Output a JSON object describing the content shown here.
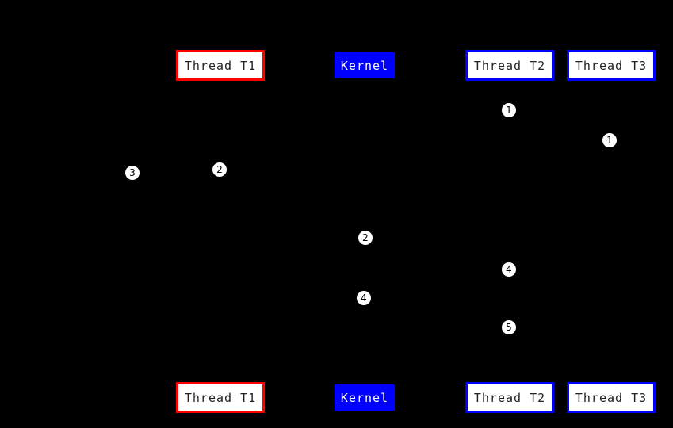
{
  "diagram": {
    "background": "#000000",
    "colors": {
      "bg": "#000000",
      "red": "#ff0000",
      "blue": "#0000ff",
      "box_fill": "#ffffff",
      "box_text": "#222222",
      "kernel_text": "#ffffff",
      "marker_fill": "#ffffff",
      "marker_text": "#000000"
    },
    "boxes": {
      "top": [
        {
          "label": "Thread T1",
          "variant": "red"
        },
        {
          "label": "Kernel",
          "variant": "kernel"
        },
        {
          "label": "Thread T2",
          "variant": "blue"
        },
        {
          "label": "Thread T3",
          "variant": "blue"
        }
      ],
      "bottom": [
        {
          "label": "Thread T1",
          "variant": "red"
        },
        {
          "label": "Kernel",
          "variant": "kernel"
        },
        {
          "label": "Thread T2",
          "variant": "blue"
        },
        {
          "label": "Thread T3",
          "variant": "blue"
        }
      ]
    },
    "markers": [
      {
        "label": "1"
      },
      {
        "label": "1"
      },
      {
        "label": "2"
      },
      {
        "label": "3"
      },
      {
        "label": "2"
      },
      {
        "label": "4"
      },
      {
        "label": "4"
      },
      {
        "label": "5"
      }
    ]
  }
}
